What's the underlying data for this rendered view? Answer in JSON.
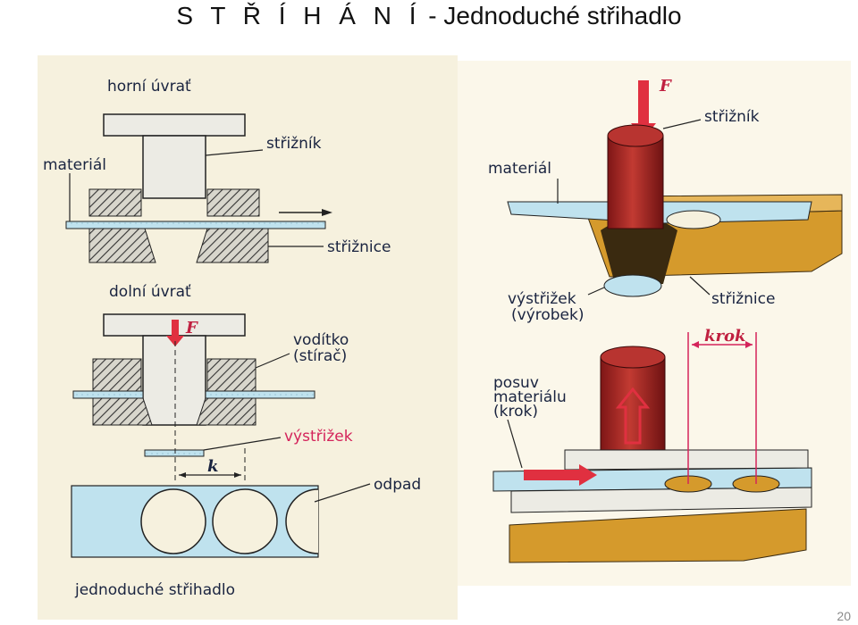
{
  "title": {
    "spaced": "S T Ř Í H Á N Í",
    "sep": " - ",
    "rest": "Jednoduché střihadlo"
  },
  "page_number": "20",
  "left": {
    "top_dead_center": "horní úvrať",
    "bottom_dead_center": "dolní úvrať",
    "punch": "střižník",
    "material": "materiál",
    "die": "střižnice",
    "guide": "vodítko",
    "stripper": "(stírač)",
    "blank": "výstřižek",
    "scrap": "odpad",
    "pitch_symbol": "k",
    "force_symbol": "F",
    "caption": "jednoduché střihadlo"
  },
  "right": {
    "force_symbol": "F",
    "punch": "střižník",
    "material": "materiál",
    "blank": "výstřižek",
    "product": "(výrobek)",
    "die": "střižnice",
    "feed1": "posuv",
    "feed2": "materiálu",
    "feed3": "(krok)",
    "step": "krok"
  },
  "colors": {
    "paper": "#f6f1de",
    "steel": "#ecebe4",
    "hatch": "#3a3a3a",
    "strip": "#bfe2ee",
    "red": "#e03040",
    "die_wood": "#d59a2c",
    "punch_red": "#a8282a",
    "pink": "#d4245b"
  }
}
